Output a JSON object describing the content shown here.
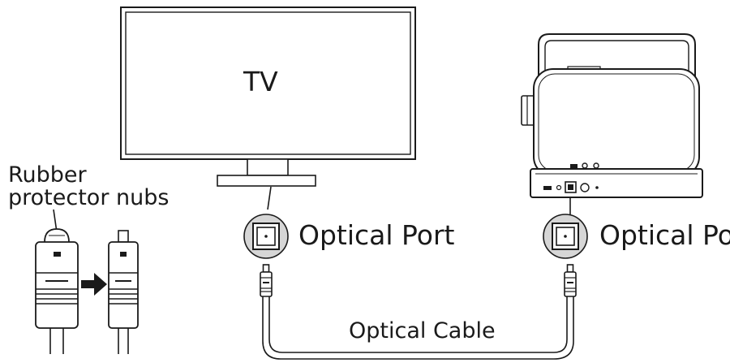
{
  "labels": {
    "tv": "TV",
    "rubber_line1": "Rubber",
    "rubber_line2": "protector nubs",
    "optical_port_left": "Optical Port",
    "optical_port_right": "Optical Port",
    "optical_cable": "Optical Cable"
  },
  "icons": [
    "tv-icon",
    "speaker-base-station-icon",
    "optical-port-icon",
    "optical-plug-icon",
    "arrow-right-icon"
  ],
  "colors": {
    "line": "#1a1a1a",
    "port_fill": "#d6d6d6"
  }
}
